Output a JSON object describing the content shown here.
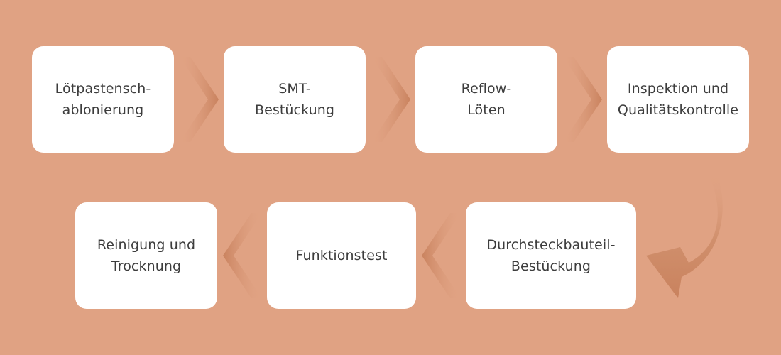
{
  "colors": {
    "background": "#e0a283",
    "card": "#ffffff",
    "text": "#3d3d3d",
    "arrow_dark": "#c9825e",
    "arrow_light": "#e0a283"
  },
  "flow": {
    "steps": [
      {
        "label": "Lötpastensch-\nablonierung"
      },
      {
        "label": "SMT-\nBestückung"
      },
      {
        "label": "Reflow-\nLöten"
      },
      {
        "label": "Inspektion und\nQualitätskontrolle"
      },
      {
        "label": "Durchsteckbauteil-\nBestückung"
      },
      {
        "label": "Funktionstest"
      },
      {
        "label": "Reinigung und\nTrocknung"
      }
    ]
  }
}
